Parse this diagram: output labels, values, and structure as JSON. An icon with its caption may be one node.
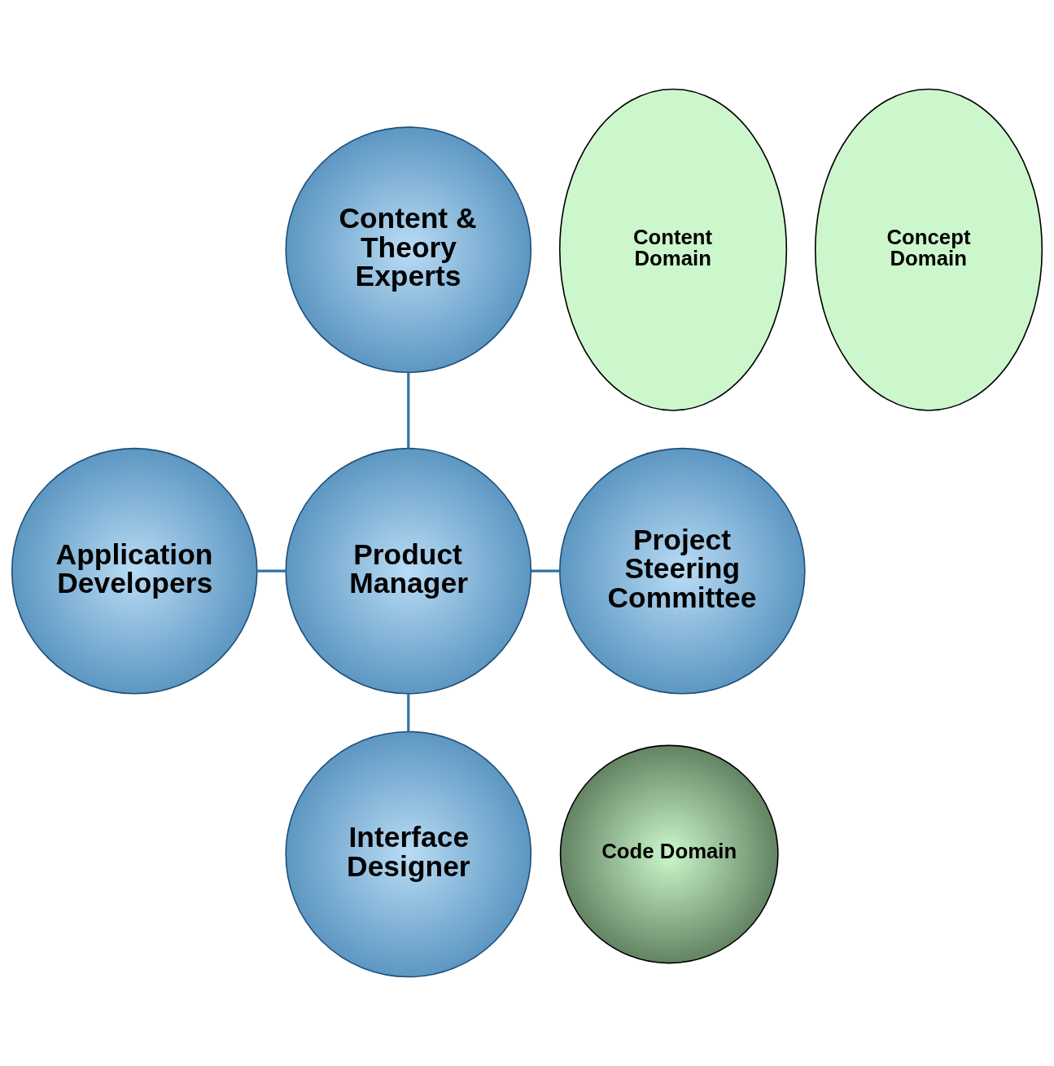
{
  "diagram": {
    "nodes": [
      {
        "text": [
          "Content & Theory Experts"
        ]
      },
      {
        "text": [
          "Content Domain"
        ]
      },
      {
        "text": [
          "Concept Domain"
        ]
      },
      {
        "text": [
          "Application Developers"
        ]
      },
      {
        "text": [
          "Product Manager"
        ]
      },
      {
        "text": [
          "Project Steering Committee"
        ]
      },
      {
        "text": [
          "Code Domain"
        ]
      },
      {
        "text": [
          "Interface Designer"
        ]
      }
    ],
    "edges": [
      {
        "from": 0,
        "to": 4,
        "arrow": "none"
      },
      {
        "from": 3,
        "to": 4,
        "arrow": "none"
      },
      {
        "from": 4,
        "to": 5,
        "arrow": "none"
      },
      {
        "from": 4,
        "to": 7,
        "arrow": "none"
      }
    ]
  }
}
